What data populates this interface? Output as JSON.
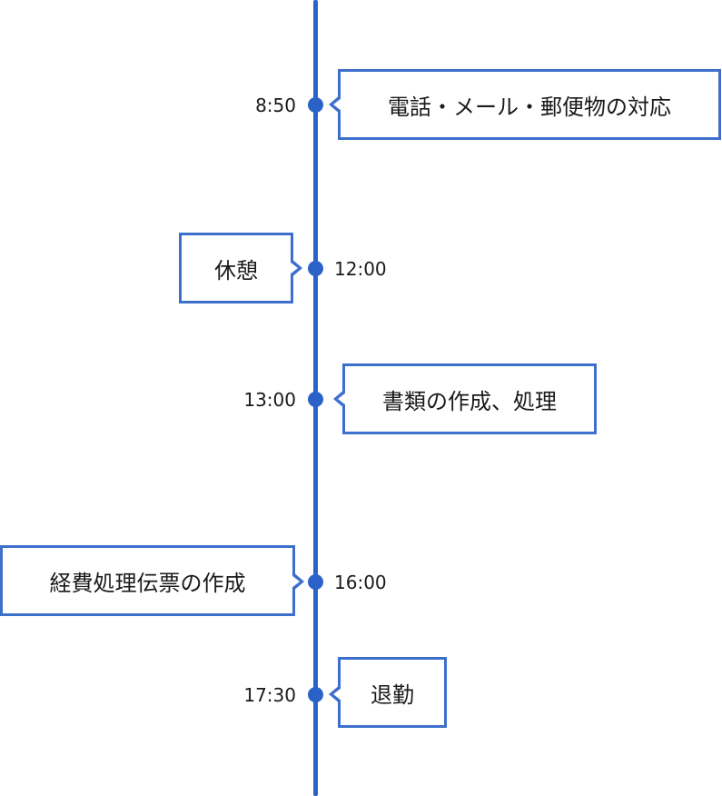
{
  "timeline": {
    "events": [
      {
        "time": "8:50",
        "label": "電話・メール・郵便物の対応"
      },
      {
        "time": "12:00",
        "label": "休憩"
      },
      {
        "time": "13:00",
        "label": "書類の作成、処理"
      },
      {
        "time": "16:00",
        "label": "経費処理伝票の作成"
      },
      {
        "time": "17:30",
        "label": "退勤"
      }
    ]
  },
  "colors": {
    "line": "#2a62c7",
    "box_border": "#3d6fcc"
  }
}
